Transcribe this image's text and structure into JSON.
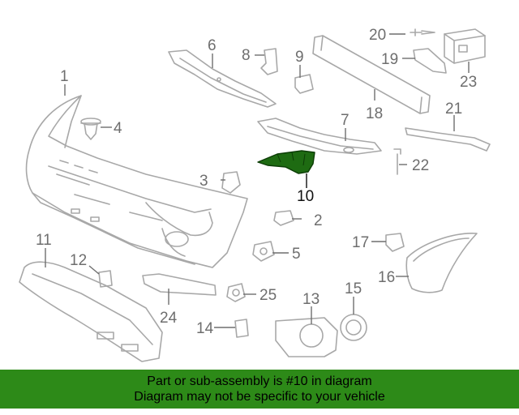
{
  "diagram": {
    "highlight_color": "#2d8a18",
    "callouts": [
      "1",
      "2",
      "3",
      "4",
      "5",
      "6",
      "7",
      "8",
      "9",
      "10",
      "11",
      "12",
      "13",
      "14",
      "15",
      "16",
      "17",
      "18",
      "19",
      "20",
      "21",
      "22",
      "23",
      "24",
      "25"
    ],
    "highlighted_part": "10"
  },
  "banner": {
    "line1": "Part or sub-assembly is #10 in diagram",
    "line2": "Diagram may not be specific to your vehicle",
    "background": "#2d8a18"
  }
}
